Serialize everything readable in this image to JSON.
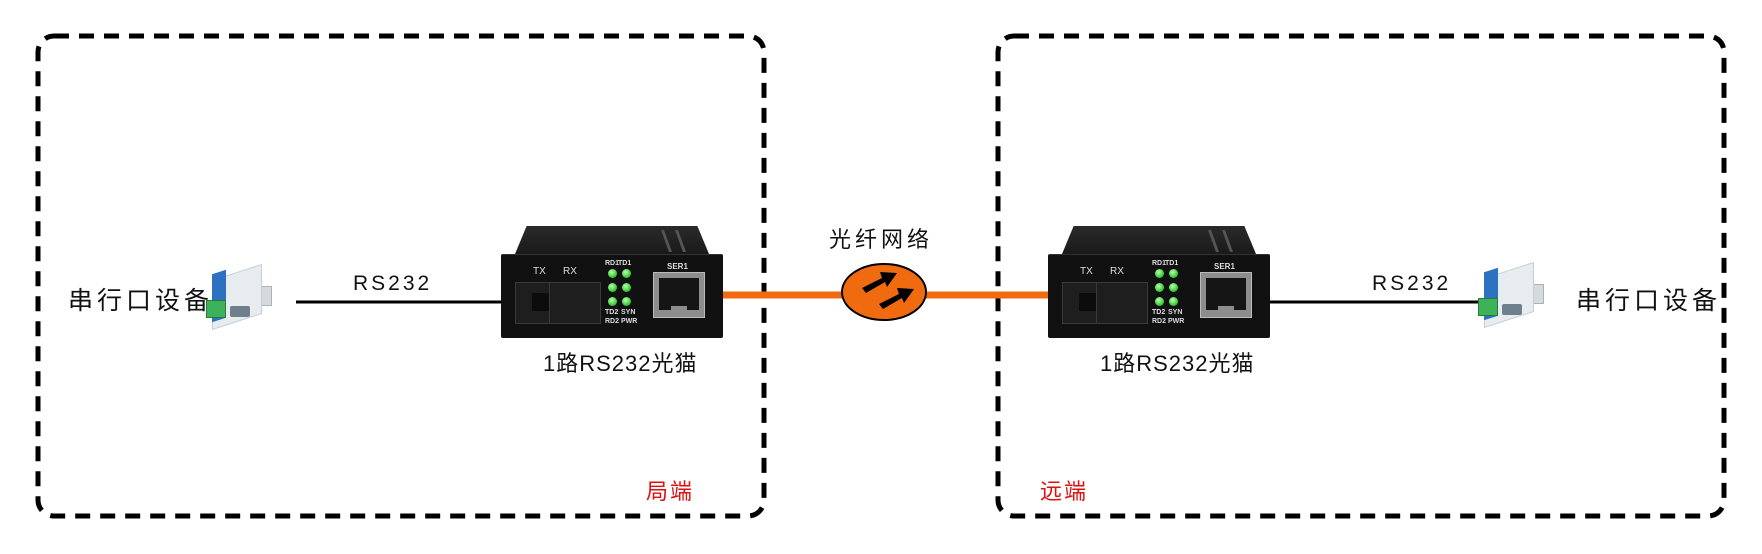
{
  "colors": {
    "fiber": "#f06a10",
    "cable": "#000000",
    "zone_border": "#000000",
    "zone_label": "#e01010",
    "cloud_fill": "#f06a10",
    "led": "#3fcf3a"
  },
  "local_site": {
    "zone_label": "局端",
    "device_label": "串行口设备",
    "device_icon": "serial-converter-icon",
    "link_label": "RS232",
    "converter": {
      "model_label": "1路RS232光猫",
      "ports": {
        "tx": "TX",
        "rx": "RX",
        "serial": "SER1"
      },
      "leds": [
        "RD1",
        "TD1",
        "TD2",
        "SYN",
        "RD2",
        "PWR"
      ]
    }
  },
  "remote_site": {
    "zone_label": "远端",
    "device_label": "串行口设备",
    "device_icon": "serial-converter-icon",
    "link_label": "RS232",
    "converter": {
      "model_label": "1路RS232光猫",
      "ports": {
        "tx": "TX",
        "rx": "RX",
        "serial": "SER1"
      },
      "leds": [
        "RD1",
        "TD1",
        "TD2",
        "SYN",
        "RD2",
        "PWR"
      ]
    }
  },
  "network": {
    "label": "光纤网络",
    "icon": "exchange-arrows-icon"
  }
}
